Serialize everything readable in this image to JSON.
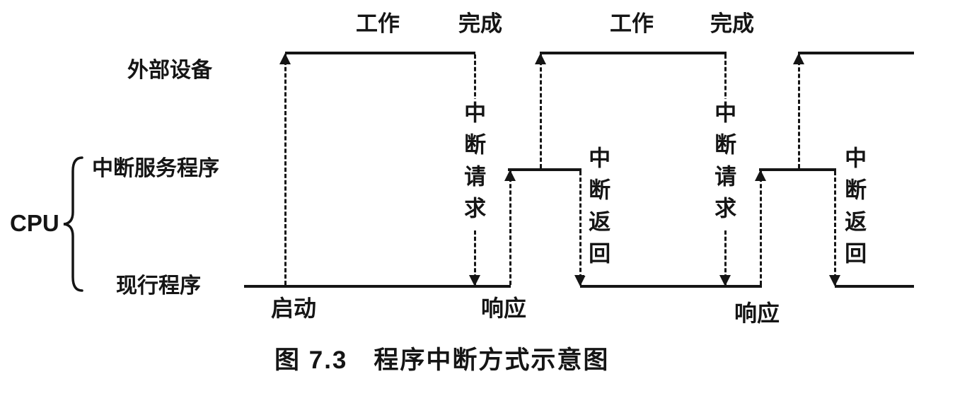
{
  "caption": "图 7.3　程序中断方式示意图",
  "lanes": {
    "external_device": "外部设备",
    "interrupt_service_routine": "中断服务程序",
    "current_program": "现行程序"
  },
  "cpu_group": {
    "label": "CPU"
  },
  "events": {
    "start": "启动",
    "work": "工作",
    "done": "完成",
    "interrupt_request": "中断请求",
    "interrupt_return": "中断返回",
    "respond": "响应"
  },
  "colors": {
    "ink": "#151515",
    "background": "#ffffff"
  }
}
